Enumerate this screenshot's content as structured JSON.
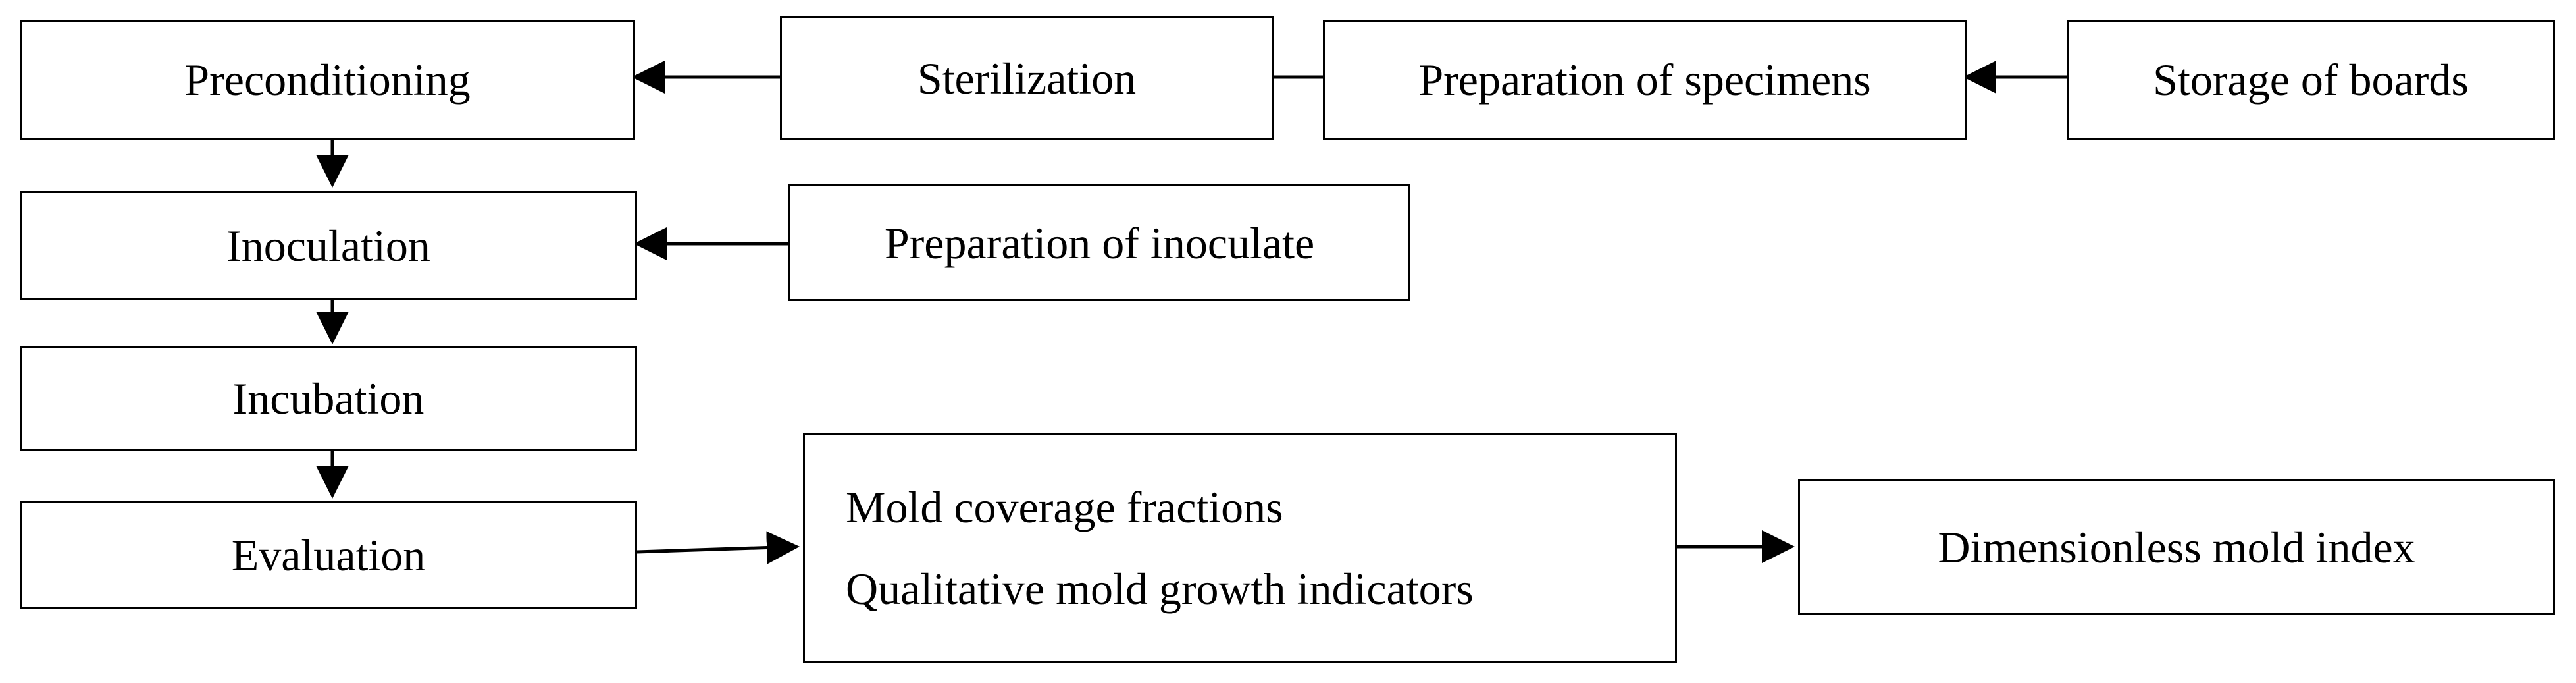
{
  "diagram": {
    "nodes": {
      "preconditioning": "Preconditioning",
      "sterilization": "Sterilization",
      "preparation_specimens": "Preparation of specimens",
      "storage_boards": "Storage of boards",
      "inoculation": "Inoculation",
      "preparation_inoculate": "Preparation of inoculate",
      "incubation": "Incubation",
      "evaluation": "Evaluation",
      "results": [
        "Mold coverage fractions",
        "Qualitative mold growth indicators"
      ],
      "mold_index": "Dimensionless mold index"
    },
    "edges": [
      [
        "storage_boards",
        "preparation_specimens"
      ],
      [
        "preparation_specimens",
        "sterilization"
      ],
      [
        "sterilization",
        "preconditioning"
      ],
      [
        "preconditioning",
        "inoculation"
      ],
      [
        "preparation_inoculate",
        "inoculation"
      ],
      [
        "inoculation",
        "incubation"
      ],
      [
        "incubation",
        "evaluation"
      ],
      [
        "evaluation",
        "results"
      ],
      [
        "results",
        "mold_index"
      ]
    ],
    "colors": {
      "stroke": "#000000",
      "background": "#ffffff"
    }
  }
}
